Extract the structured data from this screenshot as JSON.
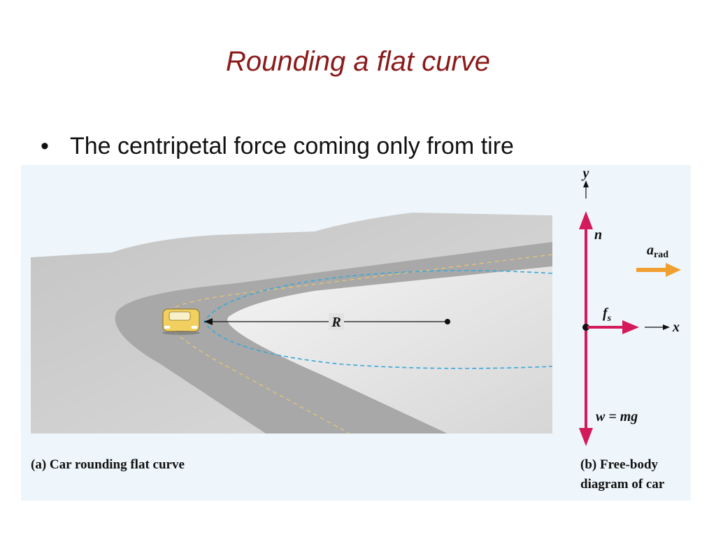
{
  "slide": {
    "title": "Rounding a flat curve",
    "bullet": "The centripetal force coming only from tire"
  },
  "figure_a": {
    "caption_tag": "(a)",
    "caption_text": " Car rounding flat curve",
    "radius_label": "R"
  },
  "figure_b": {
    "caption_tag": "(b)",
    "caption_line1": " Free-body",
    "caption_line2": "diagram of car",
    "y_axis": "y",
    "x_axis": "x",
    "normal_force": "n",
    "friction_force": "f",
    "friction_sub": "s",
    "accel_label": "a",
    "accel_sub": "rad",
    "weight_label": "w = mg"
  },
  "colors": {
    "title": "#8b1a1a",
    "force_vector": "#d41a5a",
    "accel_arrow": "#f0a030",
    "dashed_path": "#3aa8d8",
    "road": "#a8a8a8"
  }
}
